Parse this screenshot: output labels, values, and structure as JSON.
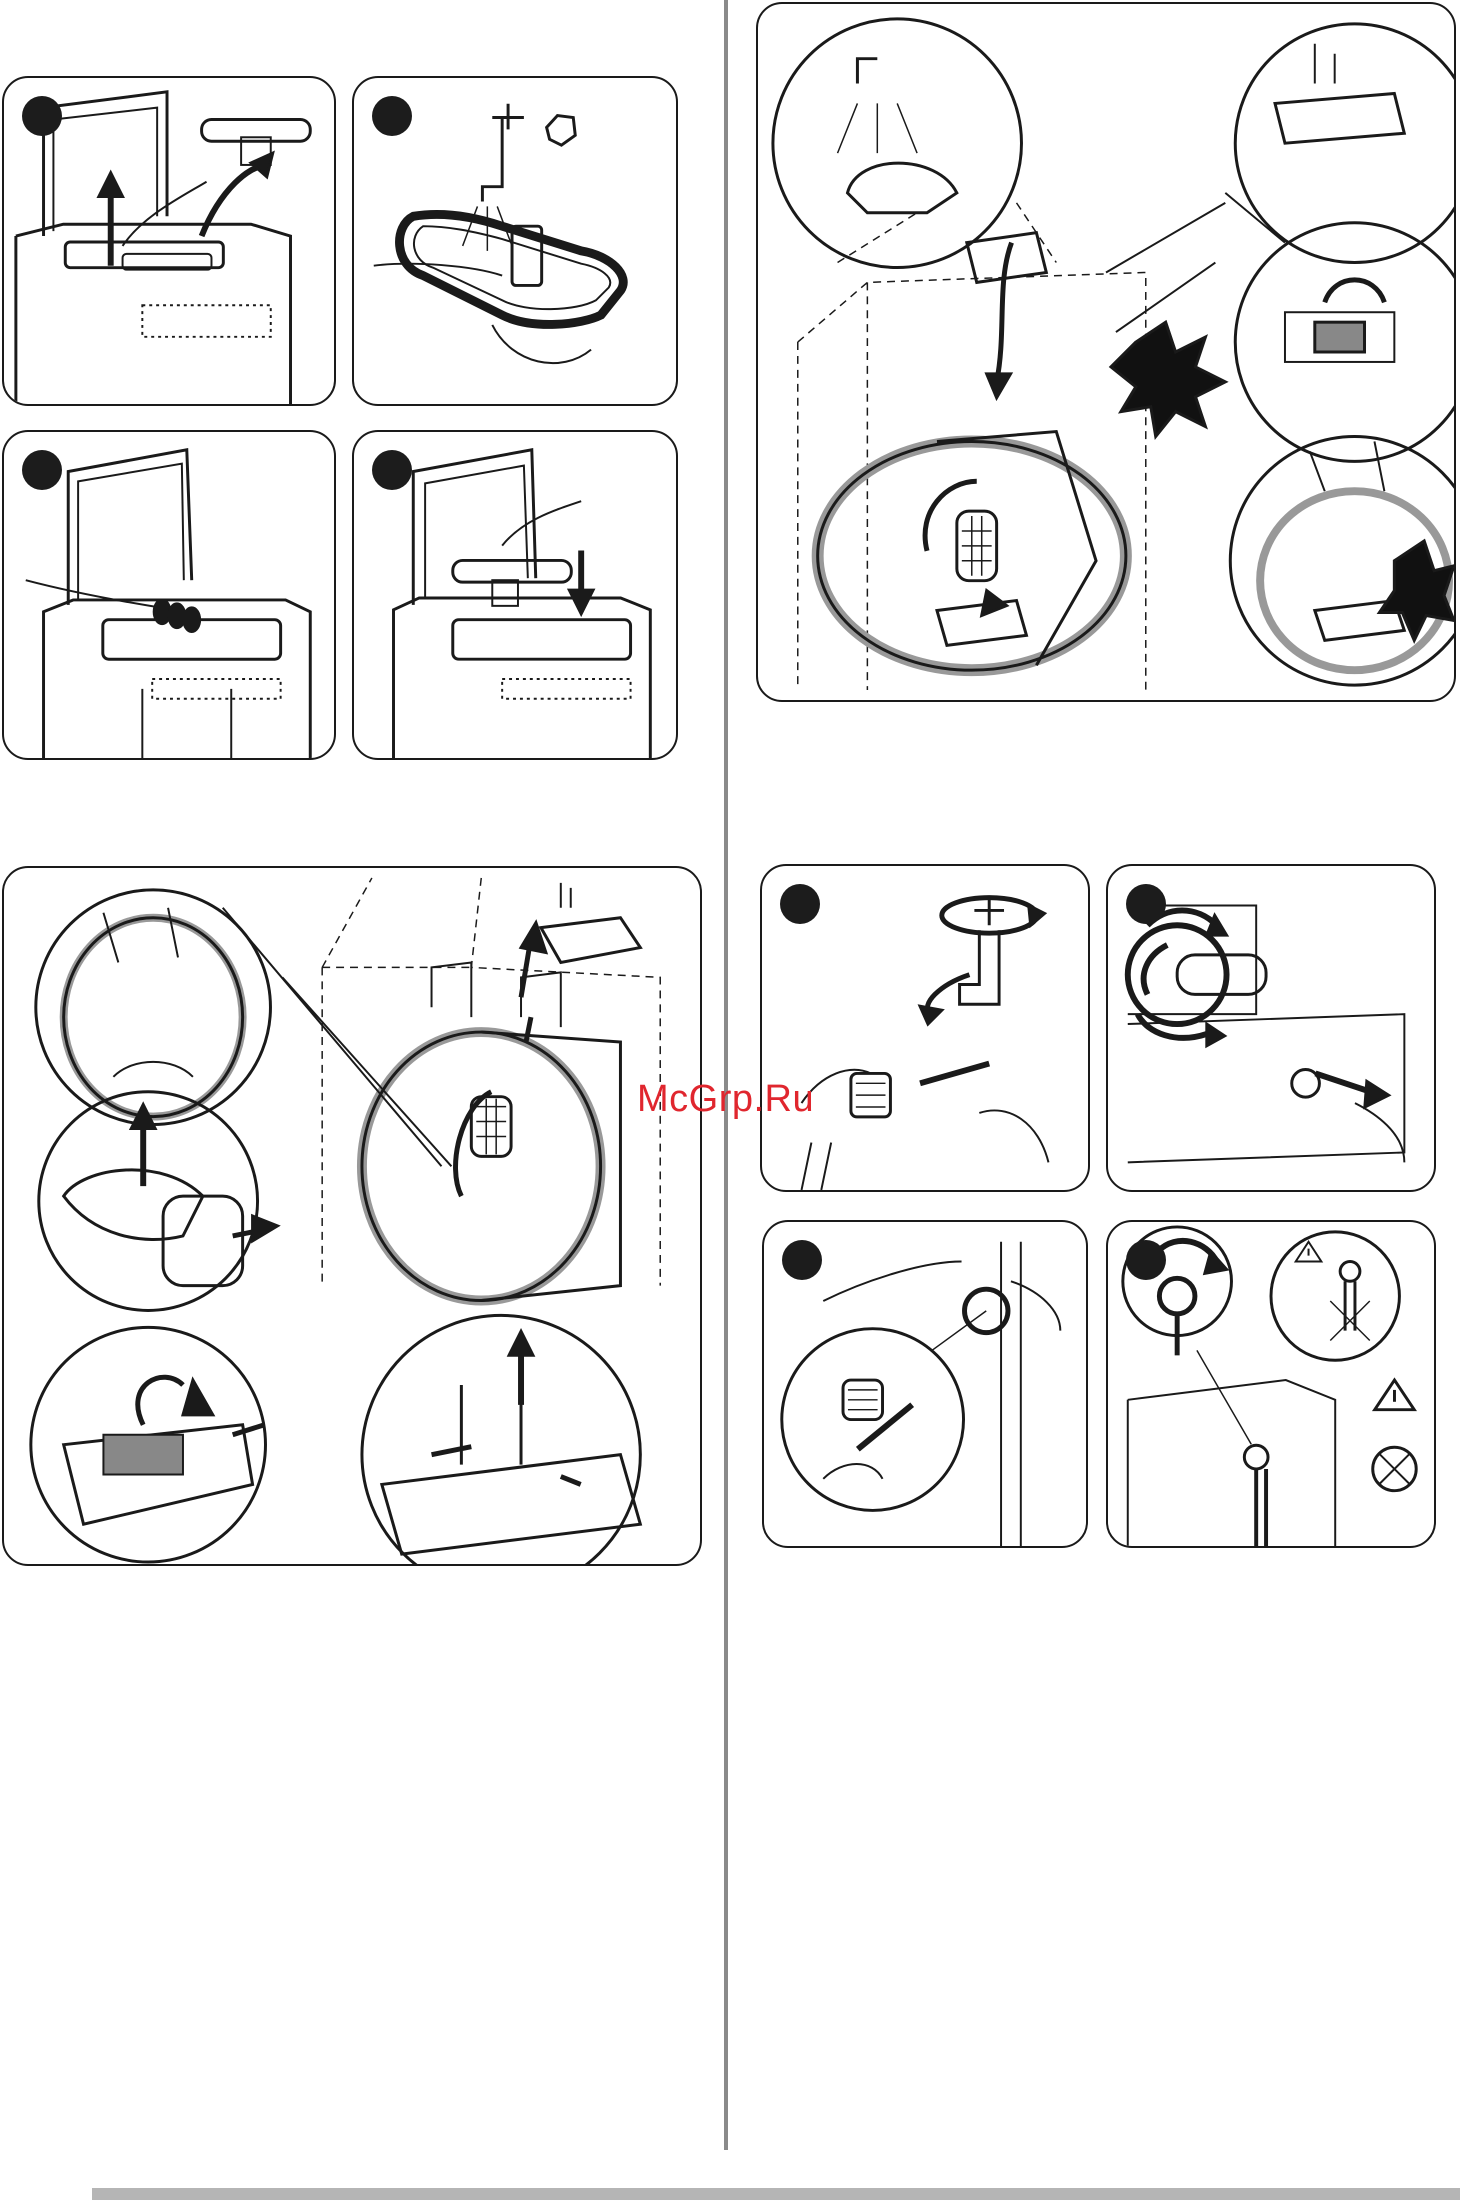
{
  "watermark": {
    "text": "McGrp.Ru",
    "color": "#e0262e"
  },
  "colors": {
    "line": "#1a1a1a",
    "divider": "#8a8a8a",
    "shade": "#b5b5b5",
    "burst": "#111111"
  },
  "panels": [
    {
      "id": "p1",
      "icon": "open-lid-remove-filter-icon"
    },
    {
      "id": "p2",
      "icon": "rinse-filter-under-tap-icon"
    },
    {
      "id": "p3",
      "icon": "clean-filter-seat-icon"
    },
    {
      "id": "p4",
      "icon": "insert-filter-icon"
    },
    {
      "id": "p5",
      "icon": "drum-filter-removal-icon"
    },
    {
      "id": "p6",
      "icon": "drum-filter-insert-icon"
    },
    {
      "id": "p7",
      "icon": "tap-inlet-clean-icon"
    },
    {
      "id": "p8",
      "icon": "unscrew-inlet-hose-icon"
    },
    {
      "id": "p9",
      "icon": "brush-inlet-filter-icon"
    },
    {
      "id": "p10",
      "icon": "reattach-hose-warning-icon"
    }
  ]
}
